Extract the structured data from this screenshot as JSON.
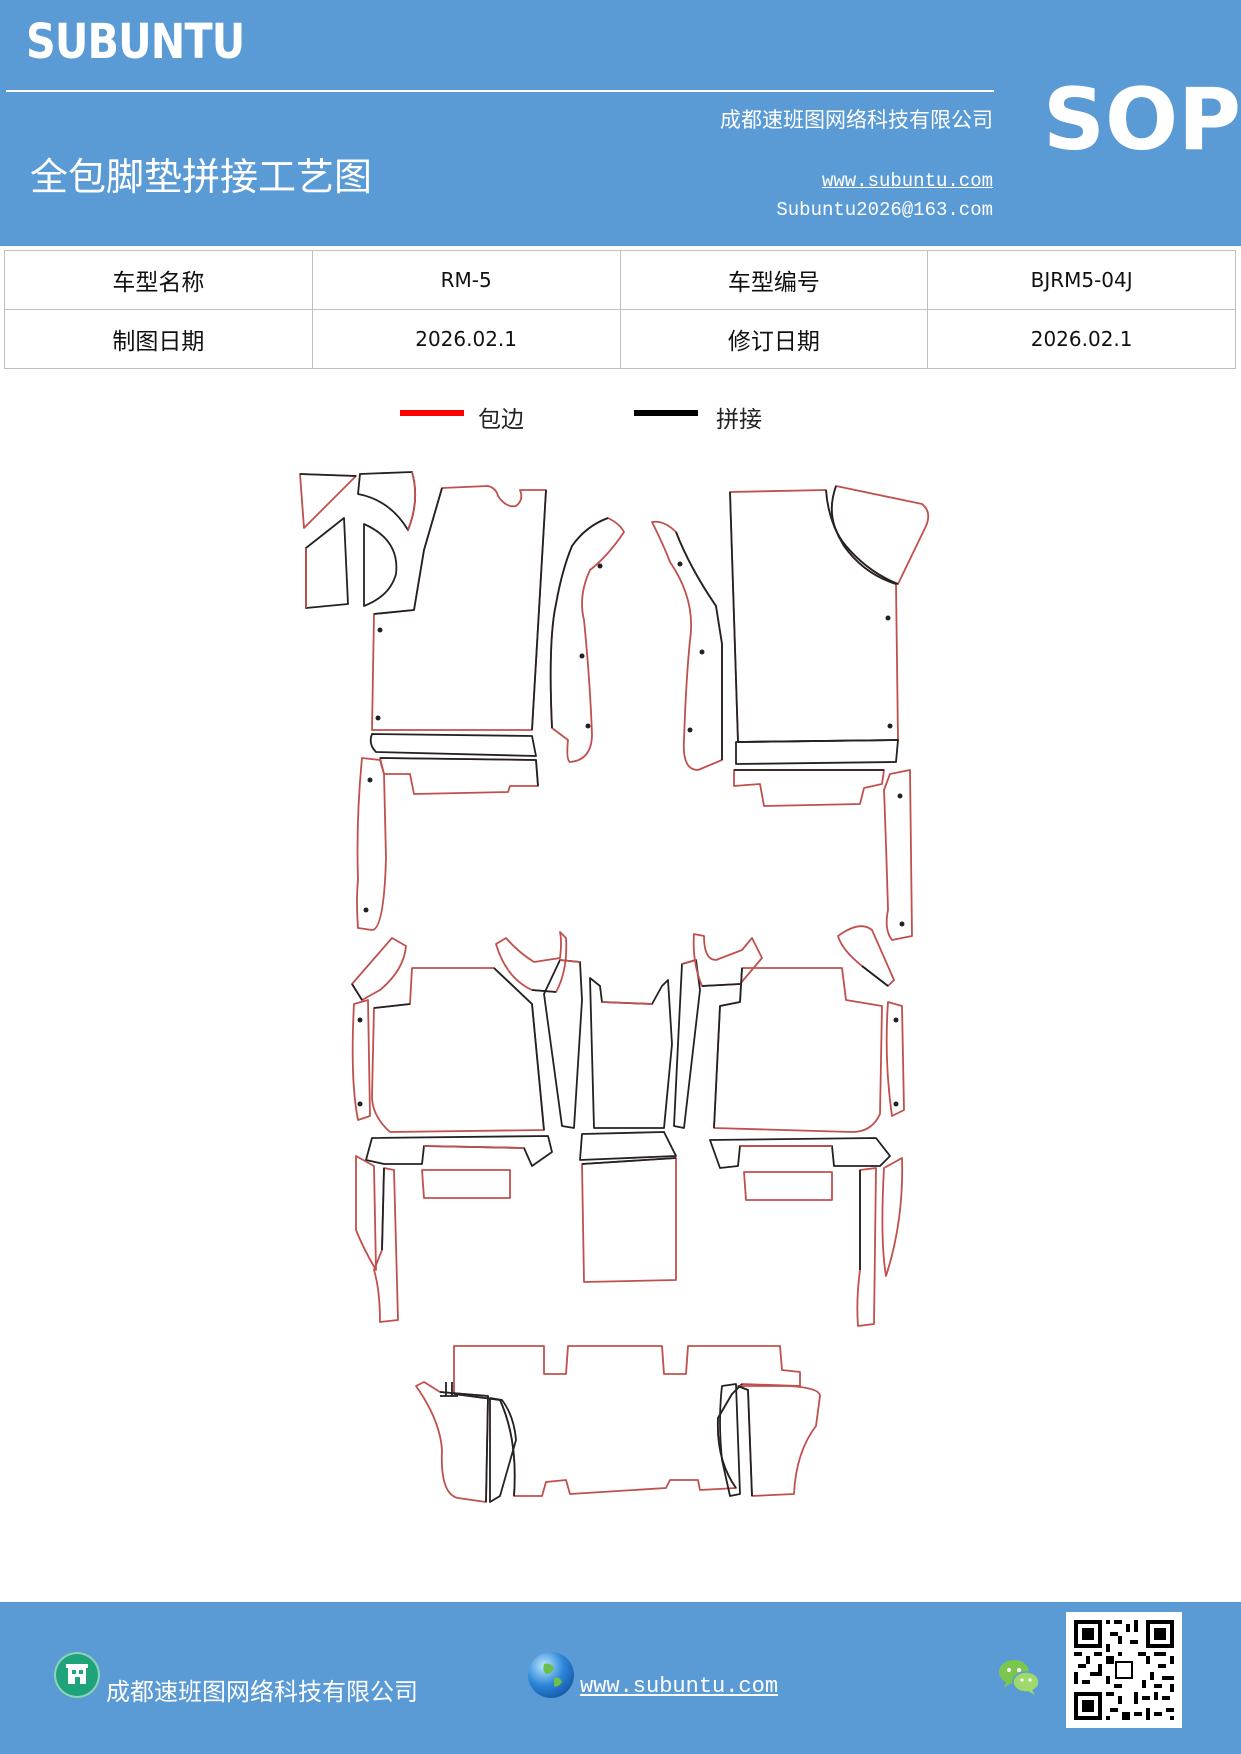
{
  "header": {
    "logo": "SUBUNTU",
    "company": "成都速班图网络科技有限公司",
    "title": "全包脚垫拼接工艺图",
    "website": "www.subuntu.com",
    "email": "Subuntu2026@163.com",
    "badge": "SOP"
  },
  "info": {
    "model_name_label": "车型名称",
    "model_name": "RM-5",
    "model_code_label": "车型编号",
    "model_code": "BJRM5-04J",
    "draw_date_label": "制图日期",
    "draw_date": "2026.02.1",
    "revise_date_label": "修订日期",
    "revise_date": "2026.02.1"
  },
  "legend": [
    {
      "label": "包边",
      "color": "#ff0000"
    },
    {
      "label": "拼接",
      "color": "#000000"
    }
  ],
  "colors": {
    "brand": "#5b9bd5",
    "edge": "#c0504d",
    "seam": "#222222"
  },
  "footer": {
    "company": "成都速班图网络科技有限公司",
    "website": "www.subuntu.com",
    "icons": [
      "building-icon",
      "globe-icon",
      "wechat-icon",
      "qr-code"
    ]
  }
}
